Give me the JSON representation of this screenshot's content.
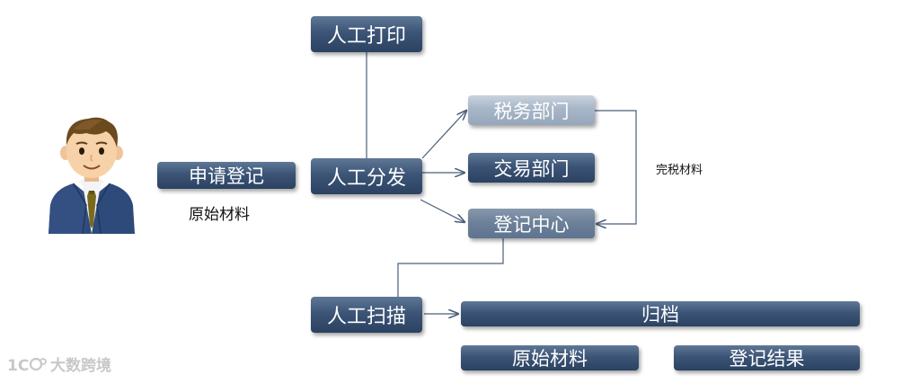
{
  "nodes": {
    "manual_print": "人工打印",
    "apply_registration": "申请登记",
    "manual_distribution": "人工分发",
    "tax_department": "税务部门",
    "trade_department": "交易部门",
    "registration_center": "登记中心",
    "manual_scan": "人工扫描",
    "archive": "归档",
    "original_materials_box": "原始材料",
    "registration_result": "登记结果"
  },
  "labels": {
    "original_materials": "原始材料",
    "tax_paid_materials": "完税材料"
  },
  "watermark": {
    "logo_text": "1C",
    "brand": "大数跨境"
  }
}
